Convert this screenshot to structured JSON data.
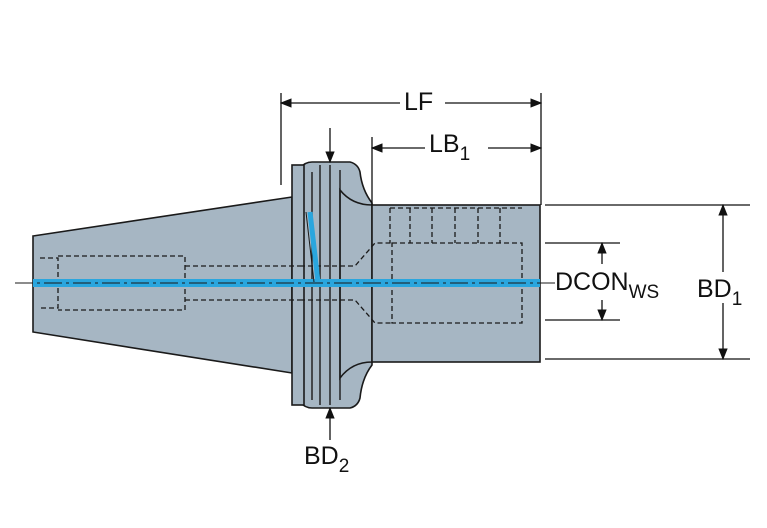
{
  "colors": {
    "body_fill": "#a6b6c3",
    "outline": "#1a1a1a",
    "coolant_channel": "#2aa6de",
    "background": "#ffffff"
  },
  "dimensions": {
    "lf": {
      "text": "LF",
      "sub": ""
    },
    "lb1": {
      "text": "LB",
      "sub": "1"
    },
    "dcon": {
      "text": "DCON",
      "sub": "WS"
    },
    "bd1": {
      "text": "BD",
      "sub": "1"
    },
    "bd2": {
      "text": "BD",
      "sub": "2"
    }
  }
}
